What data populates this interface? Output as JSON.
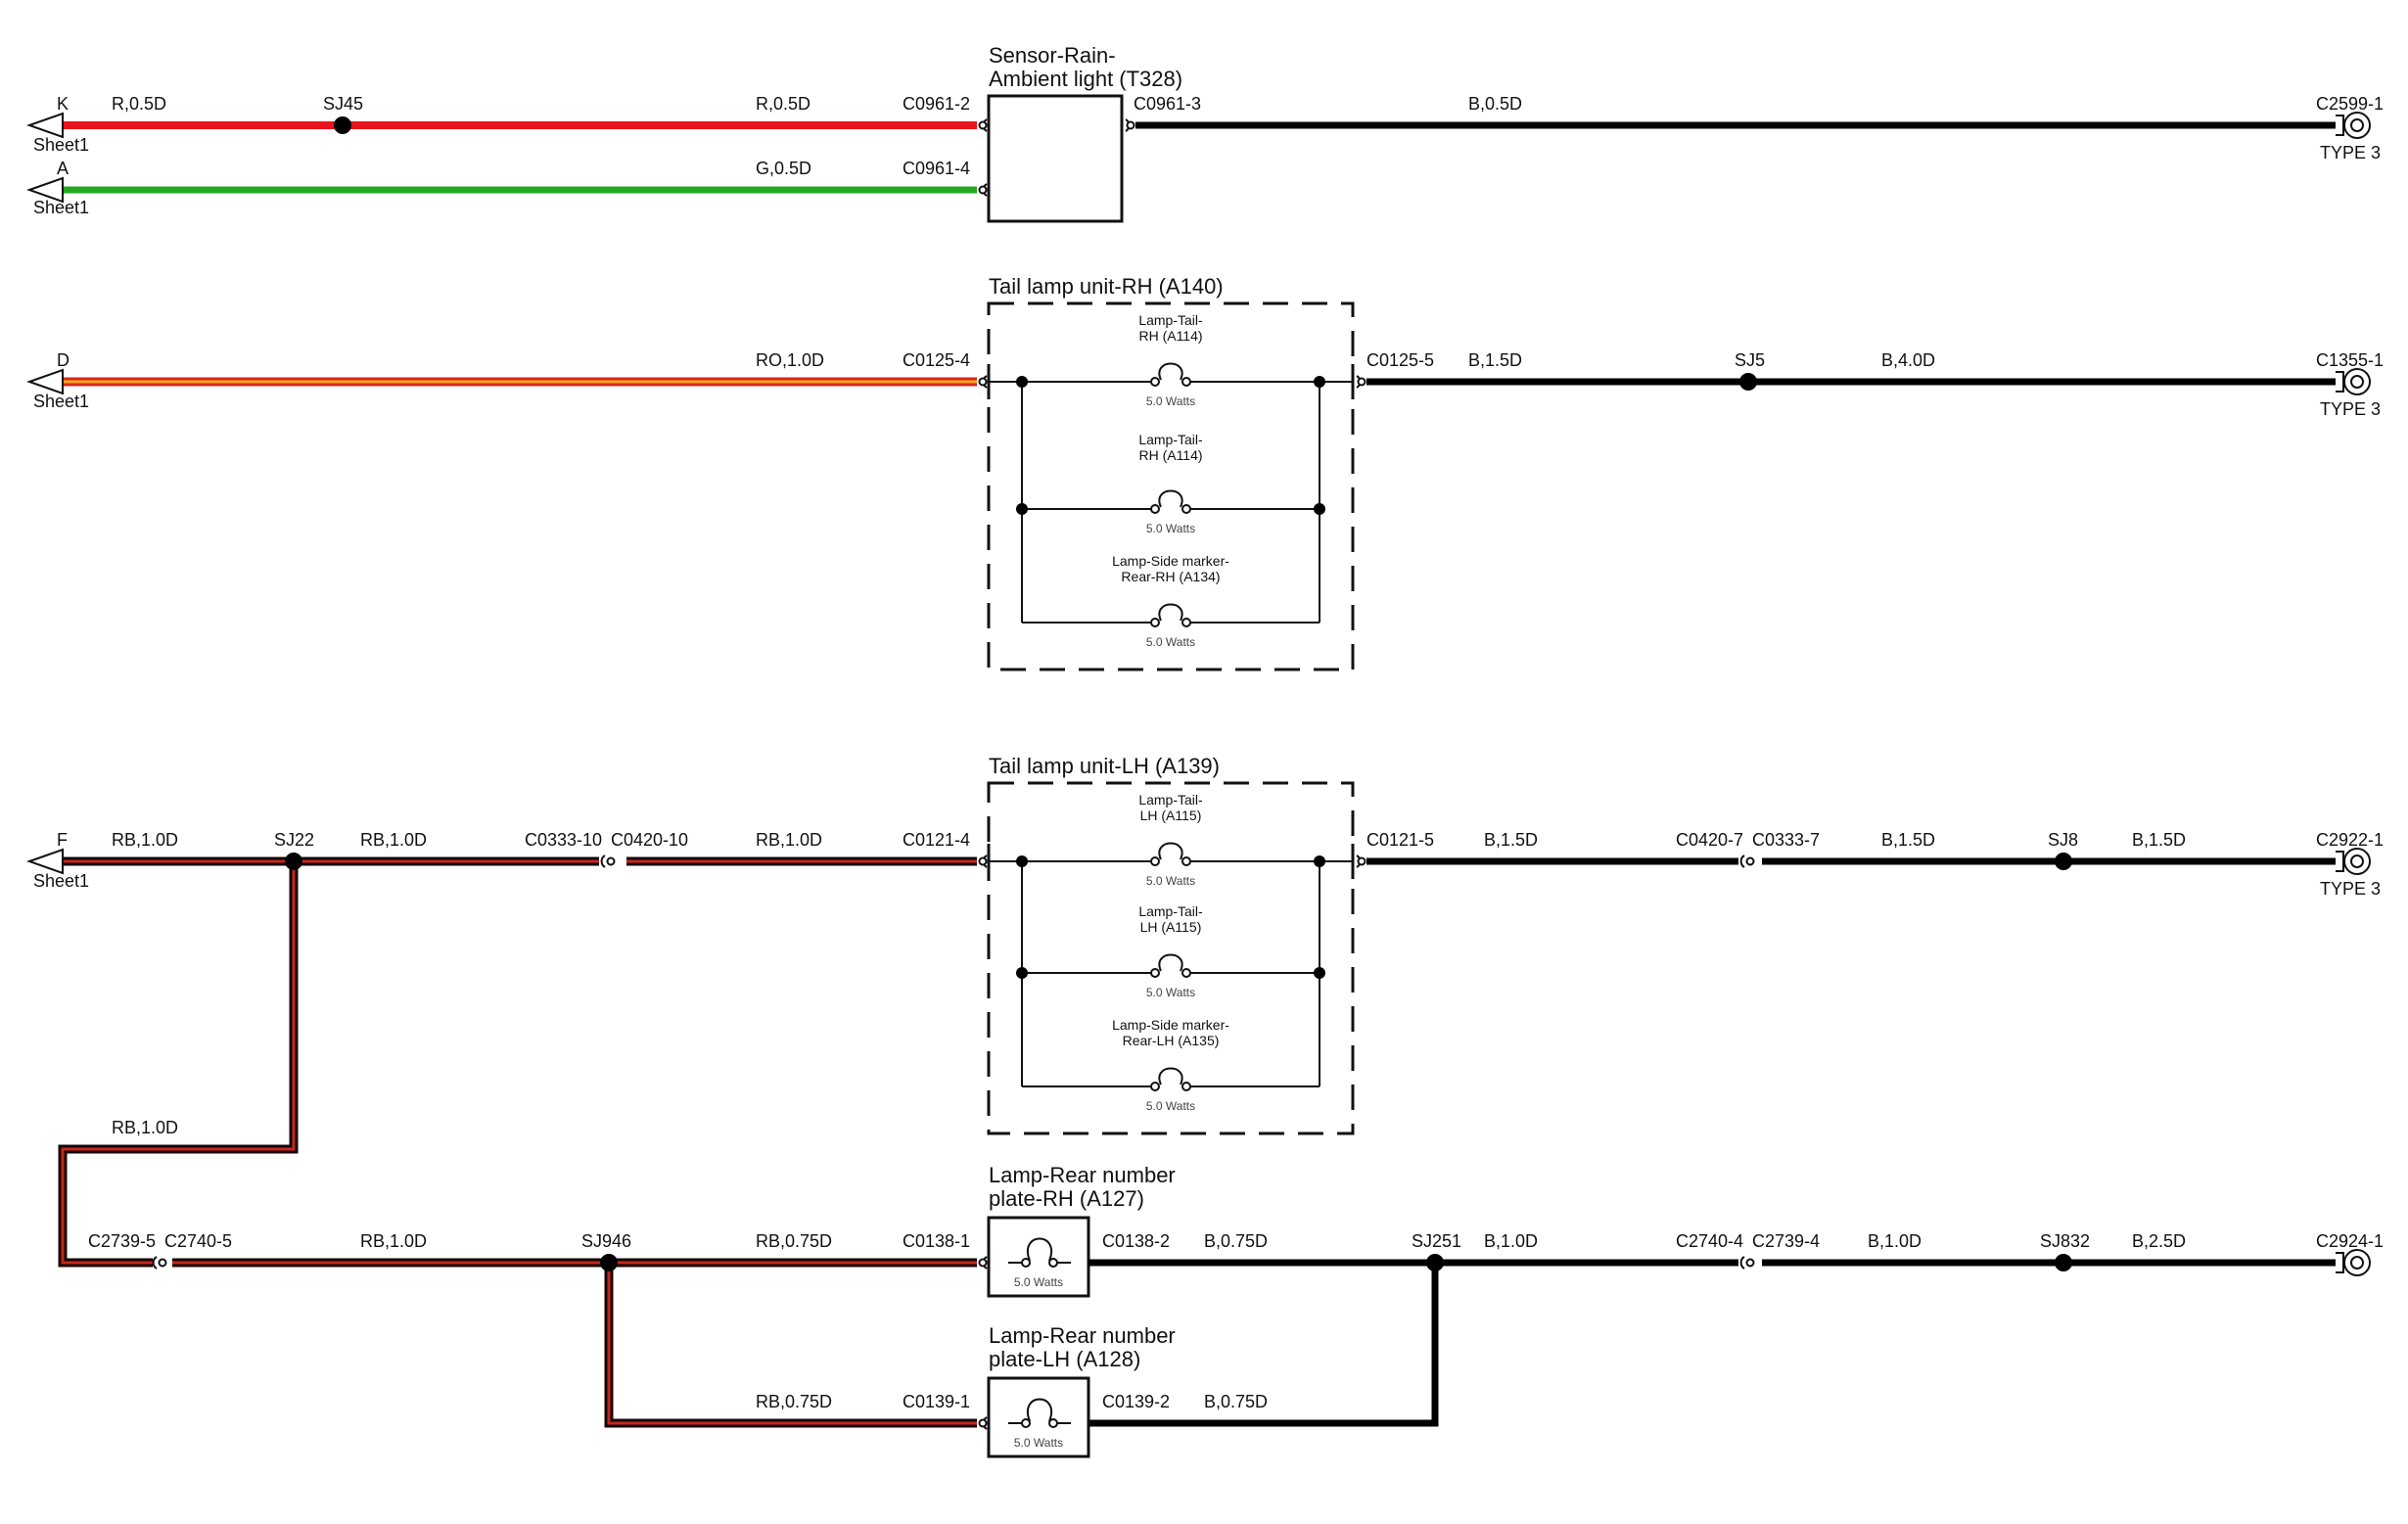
{
  "colors": {
    "red": "#e8141b",
    "green": "#23a823",
    "black": "#000000",
    "ro_inner": "#f5a623",
    "ro_outer": "#d8261b",
    "rb_inner": "#c4261e",
    "rb_outer": "#150505",
    "box_stroke": "#111111"
  },
  "sheet_label": "Sheet1",
  "type_label": "TYPE 3",
  "watts_label": "5.0 Watts",
  "arrows": {
    "K": "K",
    "A": "A",
    "D": "D",
    "F": "F"
  },
  "components": {
    "sensor": {
      "line1": "Sensor-Rain-",
      "line2": "Ambient light (T328)"
    },
    "tail_rh": {
      "title": "Tail lamp unit-RH (A140)",
      "lamps": [
        {
          "line1": "Lamp-Tail-",
          "line2": "RH (A114)"
        },
        {
          "line1": "Lamp-Tail-",
          "line2": "RH (A114)"
        },
        {
          "line1": "Lamp-Side marker-",
          "line2": "Rear-RH (A134)"
        }
      ]
    },
    "tail_lh": {
      "title": "Tail lamp unit-LH (A139)",
      "lamps": [
        {
          "line1": "Lamp-Tail-",
          "line2": "LH (A115)"
        },
        {
          "line1": "Lamp-Tail-",
          "line2": "LH (A115)"
        },
        {
          "line1": "Lamp-Side marker-",
          "line2": "Rear-LH (A135)"
        }
      ]
    },
    "plate_rh": {
      "line1": "Lamp-Rear number",
      "line2": "plate-RH (A127)"
    },
    "plate_lh": {
      "line1": "Lamp-Rear number",
      "line2": "plate-LH (A128)"
    }
  },
  "connectors": {
    "c0961_2": "C0961-2",
    "c0961_3": "C0961-3",
    "c0961_4": "C0961-4",
    "c2599_1": "C2599-1",
    "c0125_4": "C0125-4",
    "c0125_5": "C0125-5",
    "c1355_1": "C1355-1",
    "c0333_10": "C0333-10",
    "c0420_10": "C0420-10",
    "c0121_4": "C0121-4",
    "c0121_5": "C0121-5",
    "c0420_7": "C0420-7",
    "c0333_7": "C0333-7",
    "c2922_1": "C2922-1",
    "c2739_5": "C2739-5",
    "c2740_5": "C2740-5",
    "c0138_1": "C0138-1",
    "c0138_2": "C0138-2",
    "c2740_4": "C2740-4",
    "c2739_4": "C2739-4",
    "c2924_1": "C2924-1",
    "c0139_1": "C0139-1",
    "c0139_2": "C0139-2"
  },
  "splices": {
    "sj45": "SJ45",
    "sj5": "SJ5",
    "sj22": "SJ22",
    "sj8": "SJ8",
    "sj946": "SJ946",
    "sj251": "SJ251",
    "sj832": "SJ832"
  },
  "wires": {
    "k_left": "R,0.5D",
    "k_right": "R,0.5D",
    "a_g": "G,0.5D",
    "sensor_out": "B,0.5D",
    "d_ro": "RO,1.0D",
    "rh_out1": "B,1.5D",
    "rh_out2": "B,4.0D",
    "f_rb1": "RB,1.0D",
    "f_rb2": "RB,1.0D",
    "f_rb3": "RB,1.0D",
    "lh_out1": "B,1.5D",
    "lh_out2": "B,1.5D",
    "lh_out3": "B,1.5D",
    "rb_vert": "RB,1.0D",
    "plate_rb1": "RB,1.0D",
    "plate_rb2": "RB,0.75D",
    "plate_rh_out": "B,0.75D",
    "plate_out1": "B,1.0D",
    "plate_out2": "B,1.0D",
    "plate_out3": "B,2.5D",
    "plate_lh_in": "RB,0.75D",
    "plate_lh_out": "B,0.75D"
  }
}
